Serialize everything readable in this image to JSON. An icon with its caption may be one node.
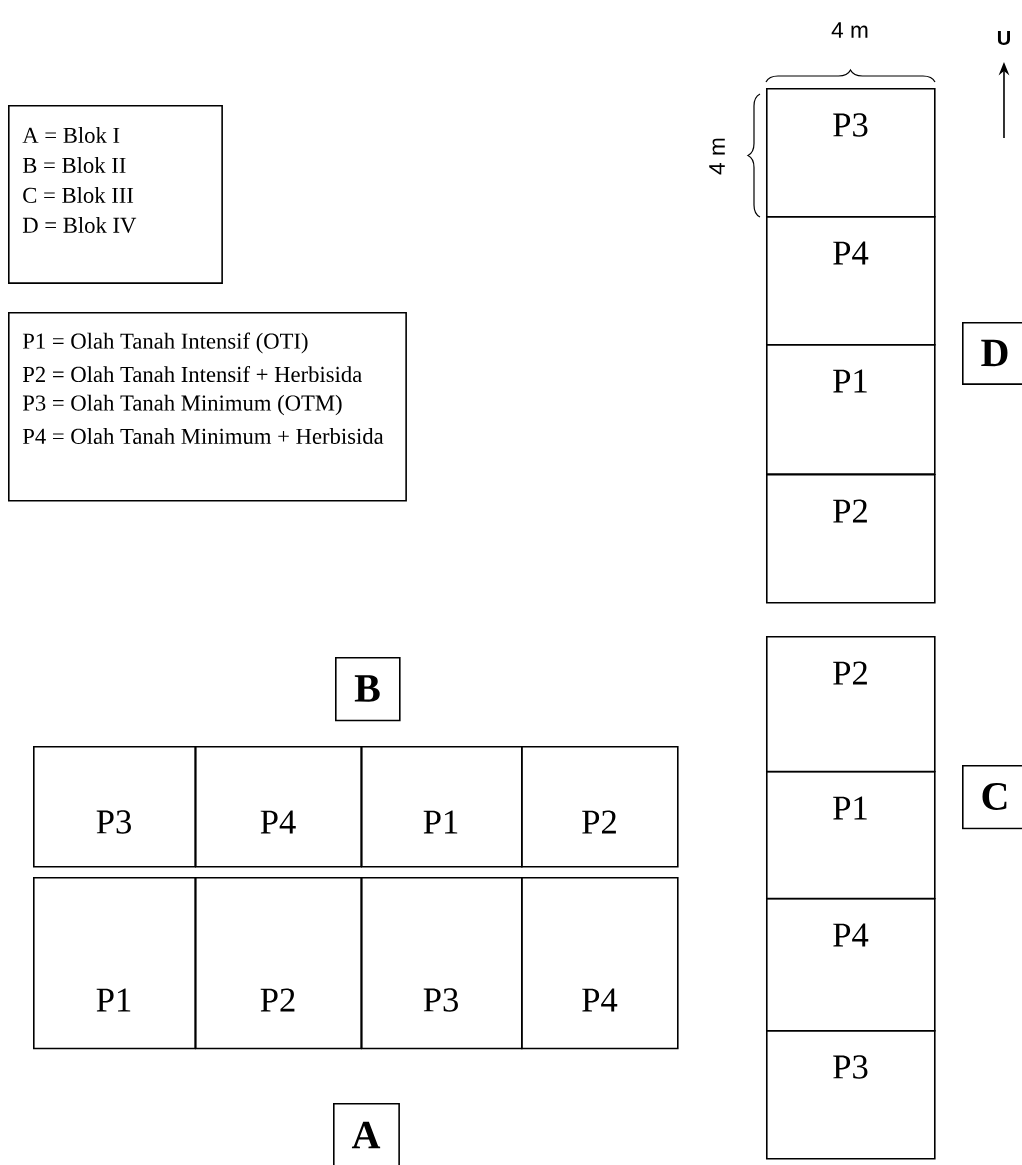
{
  "diagram": {
    "nodes": [
      {
        "text": [
          "A = Blok I",
          "B = Blok II",
          "C = Blok III",
          "D = Blok IV"
        ]
      },
      {
        "text": [
          "P1 = Olah Tanah Intensif (OTI)",
          "P2 = Olah Tanah Intensif  + Herbisida",
          "P3 = Olah Tanah Minimum (OTM)",
          "P4 = Olah Tanah Minimum + Herbisida"
        ]
      },
      {
        "text": [
          "P3"
        ]
      },
      {
        "text": [
          "P4"
        ]
      },
      {
        "text": [
          "P1"
        ]
      },
      {
        "text": [
          "P2"
        ]
      },
      {
        "text": [
          "D"
        ]
      },
      {
        "text": [
          "B"
        ]
      },
      {
        "text": [
          "P3"
        ]
      },
      {
        "text": [
          "P4"
        ]
      },
      {
        "text": [
          "P1"
        ]
      },
      {
        "text": [
          "P2"
        ]
      },
      {
        "text": [
          "P2"
        ]
      },
      {
        "text": [
          "P1"
        ]
      },
      {
        "text": [
          "P4"
        ]
      },
      {
        "text": [
          "P3"
        ]
      },
      {
        "text": [
          "C"
        ]
      },
      {
        "text": [
          "P1"
        ]
      },
      {
        "text": [
          "P2"
        ]
      },
      {
        "text": [
          "P3"
        ]
      },
      {
        "text": [
          "P4"
        ]
      },
      {
        "text": [
          "A"
        ]
      }
    ],
    "edges": [],
    "labels": [
      "4 m",
      "4 m",
      "U"
    ]
  }
}
